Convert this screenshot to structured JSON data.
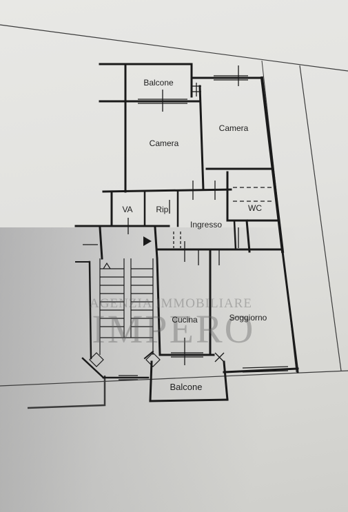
{
  "rooms": {
    "balcone_top": "Balcone",
    "camera_left": "Camera",
    "camera_right": "Camera",
    "va": "VA",
    "rip": "Rip.",
    "wc": "WC",
    "ingresso": "Ingresso",
    "cucina": "Cucina",
    "soggiorno": "Soggiorno",
    "balcone_bottom": "Balcone"
  },
  "watermark": {
    "agency": "AGENZIA IMMOBILIARE",
    "brand": "IMPERO"
  }
}
